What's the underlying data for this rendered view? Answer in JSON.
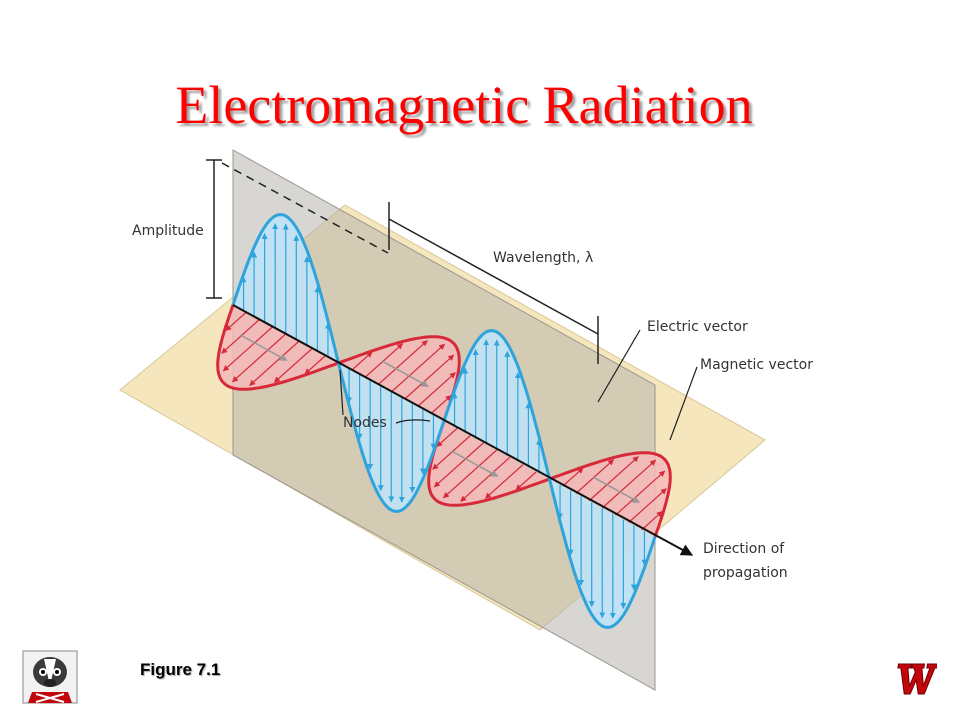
{
  "slide": {
    "title": "Electromagnetic Radiation",
    "figure_caption": "Figure 7.1"
  },
  "diagram": {
    "labels": {
      "amplitude": "Amplitude",
      "wavelength": "Wavelength, λ",
      "electric_vector": "Electric vector",
      "magnetic_vector": "Magnetic vector",
      "nodes": "Nodes",
      "direction_line1": "Direction of",
      "direction_line2": "propagation"
    },
    "colors": {
      "electric_fill": "#bfe3f7",
      "electric_stroke": "#2ea3dc",
      "magnetic_fill": "#f4b8b8",
      "magnetic_stroke": "#d62a3a",
      "vertical_plane": "#b8b4ad",
      "horizontal_plane": "#f5e6bd",
      "title": "#ff0000"
    }
  },
  "logos": {
    "mascot_icon": "badger-mascot-icon",
    "w_logo_icon": "wisconsin-w-logo-icon"
  }
}
